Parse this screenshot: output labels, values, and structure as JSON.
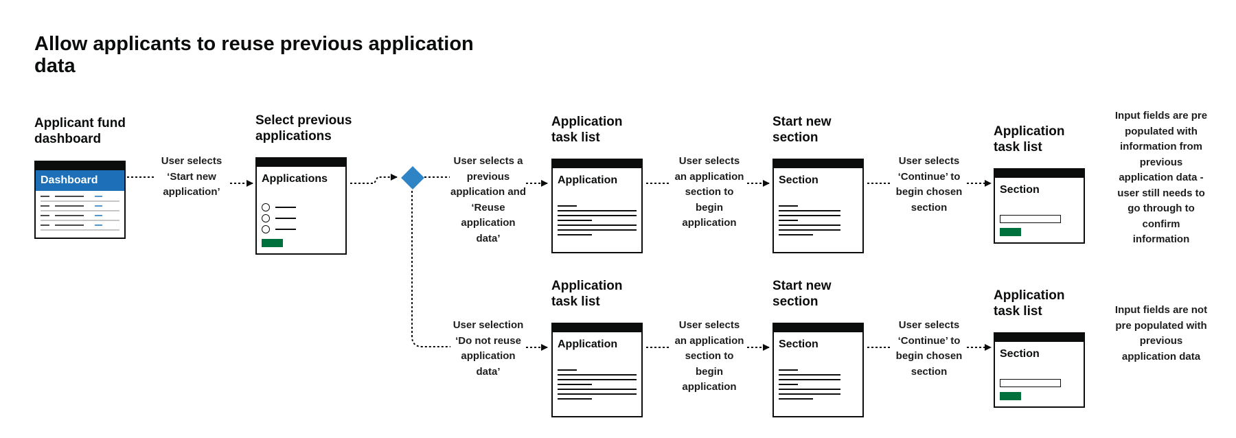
{
  "title": "Allow applicants to reuse previous application data",
  "columns": {
    "dashboard": {
      "heading": "Applicant fund dashboard",
      "screen_title": "Dashboard"
    },
    "select_previous": {
      "heading": "Select previous applications",
      "screen_title": "Applications"
    }
  },
  "rows": {
    "top": {
      "task_list": {
        "heading": "Application task list",
        "screen_title": "Application"
      },
      "new_section": {
        "heading": "Start new section",
        "screen_title": "Section"
      },
      "final": {
        "heading": "Application task list",
        "screen_title": "Section"
      },
      "note": "Input fields are pre populated with information from previous application data - user still needs to go through to confirm information"
    },
    "bottom": {
      "task_list": {
        "heading": "Application task list",
        "screen_title": "Application"
      },
      "new_section": {
        "heading": "Start new section",
        "screen_title": "Section"
      },
      "final": {
        "heading": "Application task list",
        "screen_title": "Section"
      },
      "note": "Input fields are not pre populated with previous application data"
    }
  },
  "labels": {
    "start_new": "User selects ‘Start new application’",
    "reuse": "User selects a previous application and ‘Reuse application data’",
    "do_not_reuse": "User selection ‘Do not reuse application data’",
    "select_section_top": "User selects an application section to begin application",
    "continue_top": "User selects ‘Continue’ to begin chosen section",
    "select_section_bottom": "User selects an application section to begin application",
    "continue_bottom": "User selects ‘Continue’ to begin chosen section"
  },
  "colors": {
    "brand_blue": "#1d70b8",
    "decision_blue": "#2f84c6",
    "button_green": "#00703c",
    "ink": "#0b0c0c"
  }
}
